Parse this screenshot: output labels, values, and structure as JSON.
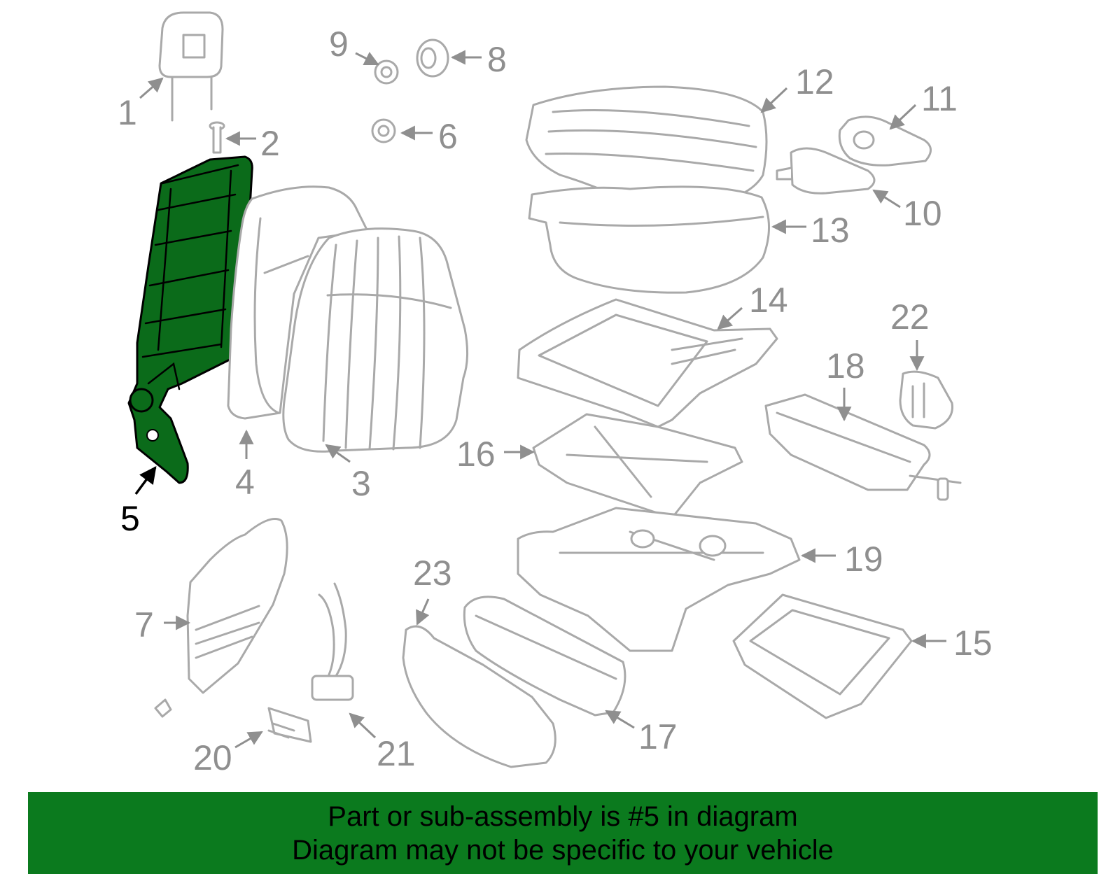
{
  "diagram": {
    "highlighted_part": "5",
    "highlight_color": "#0b6b1a",
    "line_color": "#a9a9a9",
    "callouts": [
      {
        "id": "c1",
        "label": "1"
      },
      {
        "id": "c2",
        "label": "2"
      },
      {
        "id": "c3",
        "label": "3"
      },
      {
        "id": "c4",
        "label": "4"
      },
      {
        "id": "c5",
        "label": "5"
      },
      {
        "id": "c6",
        "label": "6"
      },
      {
        "id": "c7",
        "label": "7"
      },
      {
        "id": "c8",
        "label": "8"
      },
      {
        "id": "c9",
        "label": "9"
      },
      {
        "id": "c10",
        "label": "10"
      },
      {
        "id": "c11",
        "label": "11"
      },
      {
        "id": "c12",
        "label": "12"
      },
      {
        "id": "c13",
        "label": "13"
      },
      {
        "id": "c14",
        "label": "14"
      },
      {
        "id": "c15",
        "label": "15"
      },
      {
        "id": "c16",
        "label": "16"
      },
      {
        "id": "c17",
        "label": "17"
      },
      {
        "id": "c18",
        "label": "18"
      },
      {
        "id": "c19",
        "label": "19"
      },
      {
        "id": "c20",
        "label": "20"
      },
      {
        "id": "c21",
        "label": "21"
      },
      {
        "id": "c22",
        "label": "22"
      },
      {
        "id": "c23",
        "label": "23"
      }
    ]
  },
  "banner": {
    "line1": "Part or sub-assembly is #5 in diagram",
    "line2": "Diagram may not be specific to your vehicle",
    "background": "#0b7a1e"
  }
}
